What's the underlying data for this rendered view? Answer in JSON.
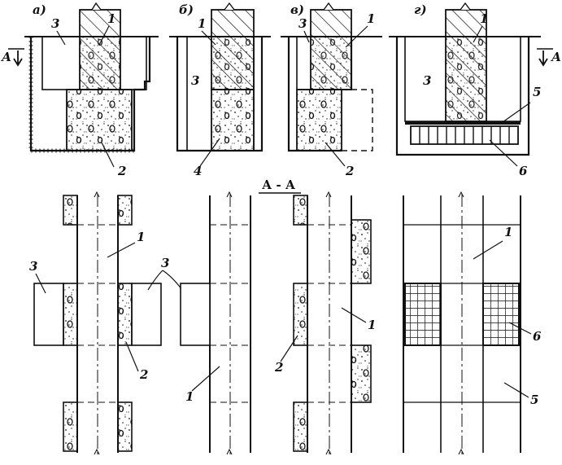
{
  "panels": {
    "a": "а)",
    "b": "б)",
    "v": "в)",
    "g": "г)"
  },
  "section_label": "А - А",
  "section_marks": {
    "left": "А",
    "right": "А"
  },
  "callouts": {
    "n1": "1",
    "n2": "2",
    "n3": "3",
    "n4": "4",
    "n5": "5",
    "n6": "6"
  },
  "colors": {
    "ink": "#111111",
    "paper": "#ffffff"
  }
}
